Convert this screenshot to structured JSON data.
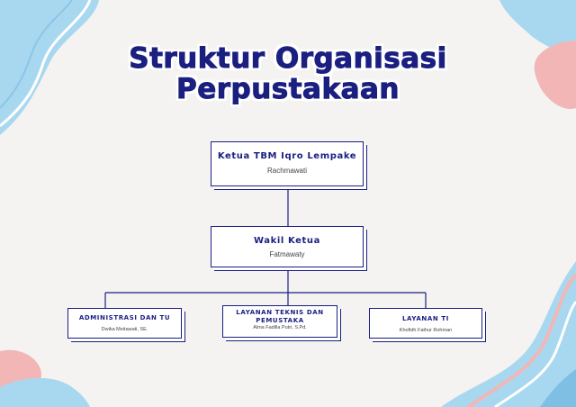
{
  "title": {
    "line1": "Struktur Organisasi",
    "line2": "Perpustakaan"
  },
  "nodes": {
    "ketua": {
      "role": "Ketua TBM Iqro Lempake",
      "name": "Rachmawati"
    },
    "wakil": {
      "role": "Wakil Ketua",
      "name": "Fatmawaty"
    },
    "admin": {
      "role": "ADMINISTRASI DAN TU",
      "name": "Dwika Meitawati, SE."
    },
    "teknis": {
      "role": "LAYANAN TEKNIS DAN PEMUSTAKA",
      "name": "Alma Fadilla Putri, S.Pd."
    },
    "ti": {
      "role": "LAYANAN TI",
      "name": "Khofidh Fathur Rohman"
    }
  },
  "colors": {
    "navy": "#1a1f80",
    "light_blue": "#a8d8f0",
    "pink": "#f2b6b6",
    "background": "#f4f3f1"
  }
}
